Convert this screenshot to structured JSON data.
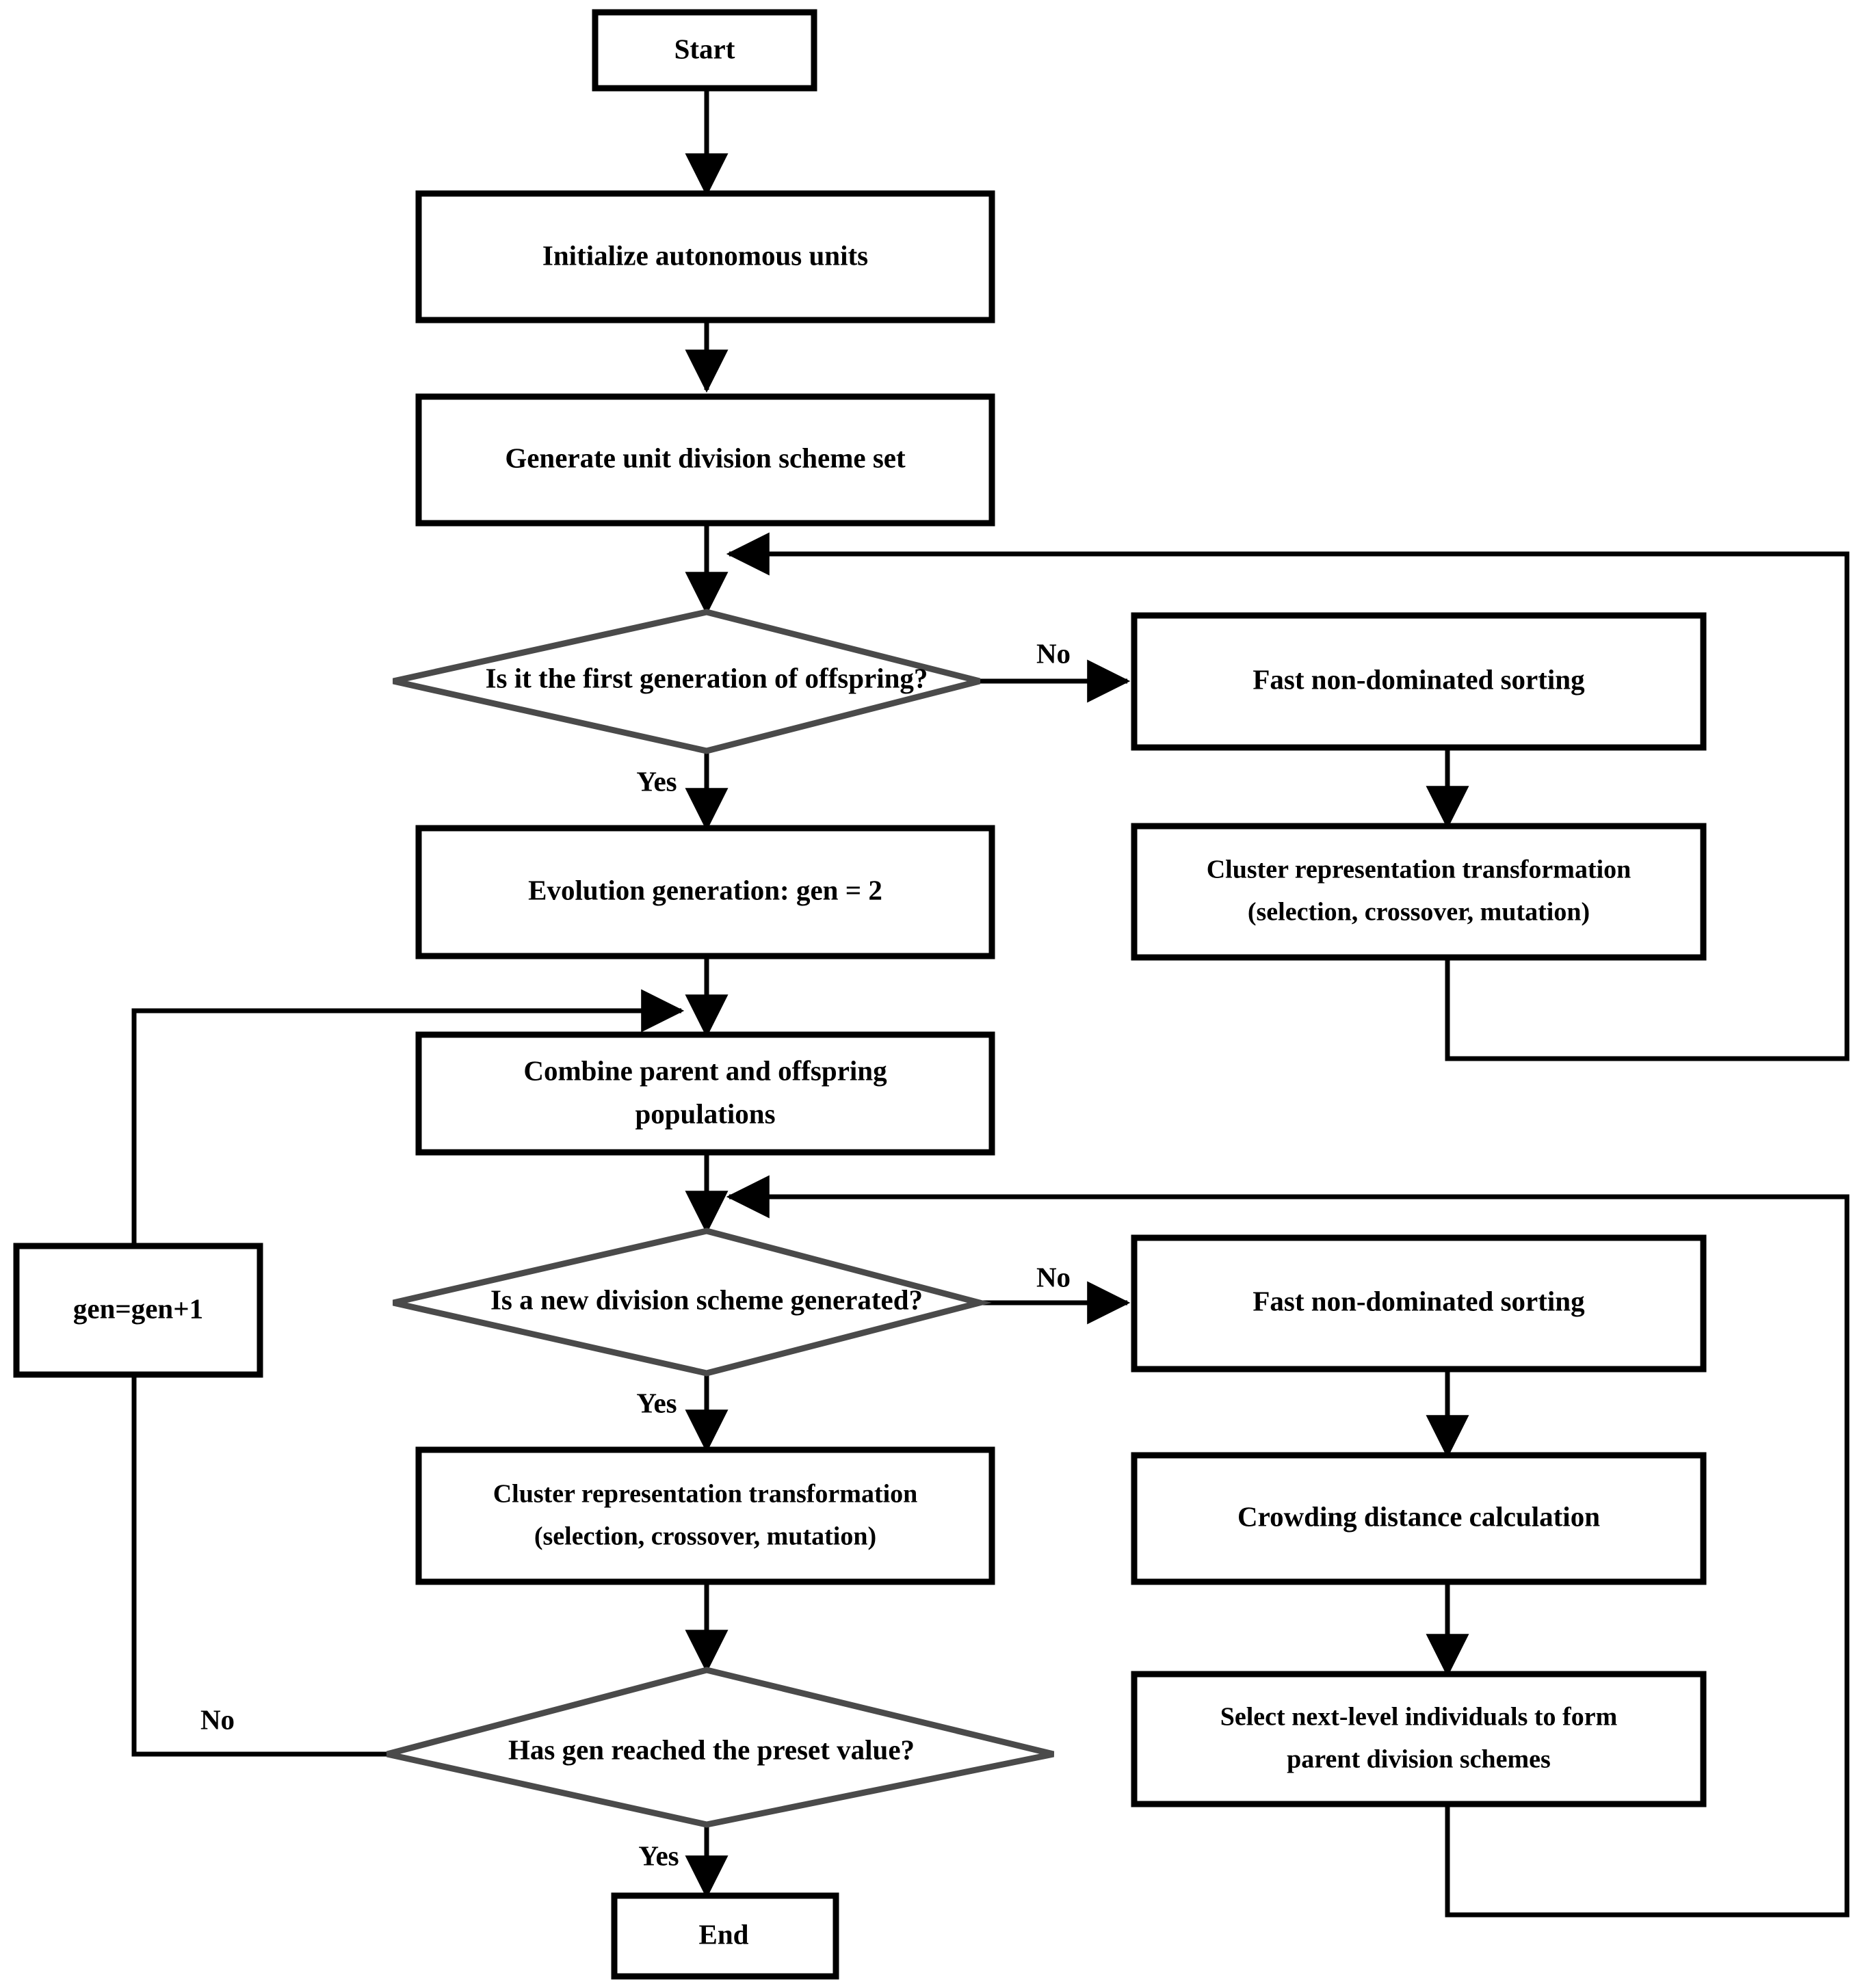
{
  "diagram": {
    "type": "flowchart",
    "title": "Multi-objective evolutionary unit division flowchart",
    "colors": {
      "background": "#ffffff",
      "box_stroke": "#000000",
      "diamond_stroke": "#4a4a4a",
      "connector": "#000000",
      "text": "#000000"
    },
    "nodes": [
      {
        "id": "start",
        "shape": "rect",
        "label": "Start"
      },
      {
        "id": "init",
        "shape": "rect",
        "label": "Initialize autonomous units"
      },
      {
        "id": "generate",
        "shape": "rect",
        "label": "Generate unit division scheme set"
      },
      {
        "id": "d1",
        "shape": "diamond",
        "label": "Is it the first generation of offspring?"
      },
      {
        "id": "sort1",
        "shape": "rect",
        "label": "Fast non-dominated sorting"
      },
      {
        "id": "cluster1_l1",
        "shape": "rect",
        "label": "Cluster representation transformation"
      },
      {
        "id": "cluster1_l2",
        "shape": "rect",
        "label": "(selection, crossover, mutation)"
      },
      {
        "id": "evolgen",
        "shape": "rect",
        "label": "Evolution generation: gen = 2"
      },
      {
        "id": "combine_l1",
        "shape": "rect",
        "label": "Combine parent and offspring"
      },
      {
        "id": "combine_l2",
        "shape": "rect",
        "label": "populations"
      },
      {
        "id": "genplus",
        "shape": "rect",
        "label": "gen=gen+1"
      },
      {
        "id": "d2",
        "shape": "diamond",
        "label": "Is a new division scheme generated?"
      },
      {
        "id": "sort2",
        "shape": "rect",
        "label": "Fast non-dominated sorting"
      },
      {
        "id": "cluster2_l1",
        "shape": "rect",
        "label": "Cluster representation transformation"
      },
      {
        "id": "cluster2_l2",
        "shape": "rect",
        "label": "(selection, crossover, mutation)"
      },
      {
        "id": "crowding",
        "shape": "rect",
        "label": "Crowding distance calculation"
      },
      {
        "id": "selectnext_l1",
        "shape": "rect",
        "label": "Select next-level individuals to form"
      },
      {
        "id": "selectnext_l2",
        "shape": "rect",
        "label": "parent division schemes"
      },
      {
        "id": "d3",
        "shape": "diamond",
        "label": "Has gen reached the preset value?"
      },
      {
        "id": "end",
        "shape": "rect",
        "label": "End"
      }
    ],
    "edge_labels": {
      "d1_no": "No",
      "d1_yes": "Yes",
      "d2_no": "No",
      "d2_yes": "Yes",
      "d3_no": "No",
      "d3_yes": "Yes"
    }
  }
}
